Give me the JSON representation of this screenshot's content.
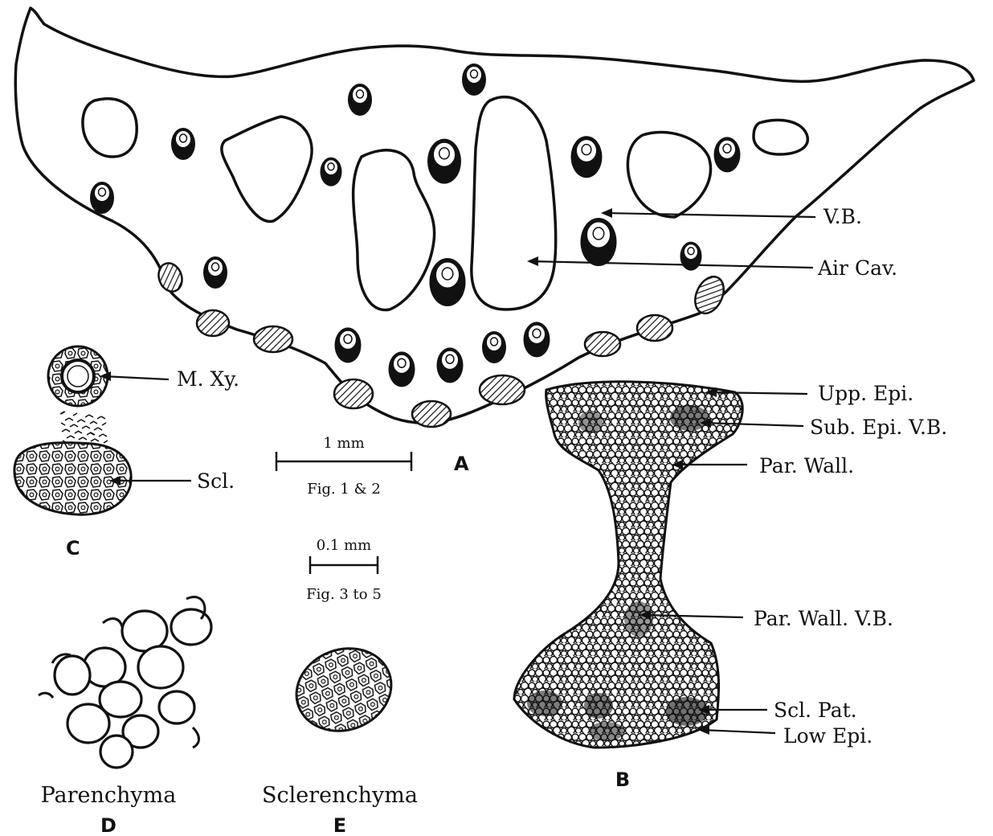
{
  "labels": {
    "vb": "V.B.",
    "air_cav": "Air Cav.",
    "m_xy": "M. Xy.",
    "scl": "Scl.",
    "upp_epi": "Upp. Epi.",
    "sub_epi_vb": "Sub. Epi. V.B.",
    "par_wall": "Par. Wall.",
    "par_wall_vb": "Par. Wall. V.B.",
    "scl_pat": "Scl. Pat.",
    "low_epi": "Low Epi."
  },
  "scale_bars": {
    "large": {
      "value": "1 mm",
      "caption": "Fig. 1 & 2"
    },
    "small": {
      "value": "0.1 mm",
      "caption": "Fig. 3 to 5"
    }
  },
  "panels": {
    "a": "A",
    "b": "B",
    "c": "C",
    "d": "D",
    "e": "E"
  },
  "captions": {
    "d": "Parenchyma",
    "e": "Sclerenchyma"
  }
}
